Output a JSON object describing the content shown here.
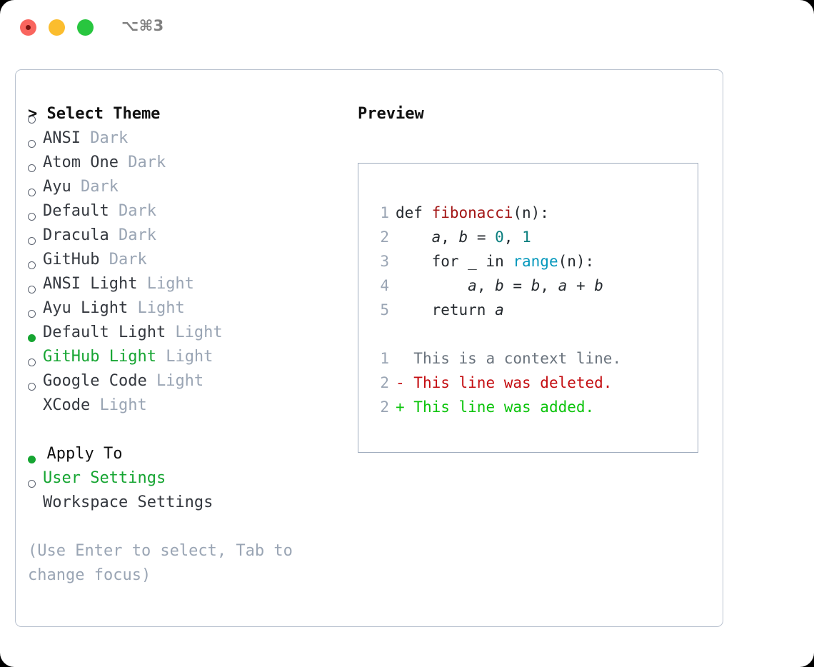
{
  "titlebar": {
    "shortcut": "⌥⌘3",
    "buttons": [
      "close",
      "minimize",
      "maximize"
    ]
  },
  "theme_picker": {
    "heading": "> Select Theme",
    "items": [
      {
        "label": "ANSI",
        "kind": " Dark",
        "selected": false
      },
      {
        "label": "Atom One",
        "kind": " Dark",
        "selected": false
      },
      {
        "label": "Ayu",
        "kind": " Dark",
        "selected": false
      },
      {
        "label": "Default",
        "kind": " Dark",
        "selected": false
      },
      {
        "label": "Dracula",
        "kind": " Dark",
        "selected": false
      },
      {
        "label": "GitHub",
        "kind": " Dark",
        "selected": false
      },
      {
        "label": "ANSI Light",
        "kind": " Light",
        "selected": false
      },
      {
        "label": "Ayu Light",
        "kind": " Light",
        "selected": false
      },
      {
        "label": "Default Light",
        "kind": " Light",
        "selected": false
      },
      {
        "label": "GitHub Light",
        "kind": " Light",
        "selected": true
      },
      {
        "label": "Google Code",
        "kind": " Light",
        "selected": false
      },
      {
        "label": "XCode",
        "kind": " Light",
        "selected": false
      }
    ]
  },
  "apply_to": {
    "heading": "  Apply To",
    "items": [
      {
        "label": "User Settings",
        "selected": true
      },
      {
        "label": "Workspace Settings",
        "selected": false
      }
    ]
  },
  "hint": "(Use Enter to select, Tab to change focus)",
  "preview": {
    "heading": "Preview",
    "code_lines": [
      {
        "lineno": "1",
        "parts": [
          {
            "text": "def ",
            "token": "plain"
          },
          {
            "text": "fibonacci",
            "token": "fn"
          },
          {
            "text": "(n):",
            "token": "plain"
          }
        ]
      },
      {
        "lineno": "2",
        "parts": [
          {
            "text": "    ",
            "token": "plain"
          },
          {
            "text": "a",
            "token": "var"
          },
          {
            "text": ", ",
            "token": "plain"
          },
          {
            "text": "b",
            "token": "var"
          },
          {
            "text": " = ",
            "token": "plain"
          },
          {
            "text": "0",
            "token": "num"
          },
          {
            "text": ", ",
            "token": "plain"
          },
          {
            "text": "1",
            "token": "num"
          }
        ]
      },
      {
        "lineno": "3",
        "parts": [
          {
            "text": "    for _ in ",
            "token": "plain"
          },
          {
            "text": "range",
            "token": "call"
          },
          {
            "text": "(n):",
            "token": "plain"
          }
        ]
      },
      {
        "lineno": "4",
        "parts": [
          {
            "text": "        ",
            "token": "plain"
          },
          {
            "text": "a",
            "token": "var"
          },
          {
            "text": ", ",
            "token": "plain"
          },
          {
            "text": "b",
            "token": "var"
          },
          {
            "text": " = ",
            "token": "plain"
          },
          {
            "text": "b",
            "token": "var"
          },
          {
            "text": ", ",
            "token": "plain"
          },
          {
            "text": "a",
            "token": "var"
          },
          {
            "text": " + ",
            "token": "plain"
          },
          {
            "text": "b",
            "token": "var"
          }
        ]
      },
      {
        "lineno": "5",
        "parts": [
          {
            "text": "    return ",
            "token": "plain"
          },
          {
            "text": "a",
            "token": "var"
          }
        ]
      }
    ],
    "diff_lines": [
      {
        "lineno": "1",
        "marker": "  ",
        "text": "This is a context line.",
        "kind": "context"
      },
      {
        "lineno": "2",
        "marker": "- ",
        "text": "This line was deleted.",
        "kind": "deleted"
      },
      {
        "lineno": "2",
        "marker": "+ ",
        "text": "This line was added.",
        "kind": "added"
      }
    ]
  },
  "colors": {
    "accent_green": "#16a532",
    "muted": "#9aa5b4",
    "fn_red": "#a31515",
    "number_teal": "#0a7e7e",
    "call_blue": "#0598bc",
    "diff_delete": "#c40e12",
    "diff_add": "#0cc40c",
    "border": "#b9c2cf"
  }
}
